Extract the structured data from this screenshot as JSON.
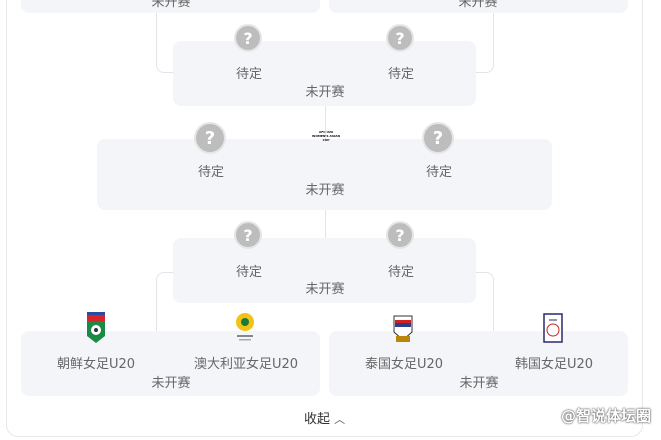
{
  "status_label": "未开赛",
  "tbd_label": "待定",
  "cup_logo_text": "AFC U20 WOMEN'S ASIAN CUP",
  "teams": {
    "north_korea": "朝鲜女足U20",
    "australia": "澳大利亚女足U20",
    "thailand": "泰国女足U20",
    "south_korea": "韩国女足U20"
  },
  "collapse_label": "收起",
  "collapse_icon": "chevron-up-icon",
  "watermark": "@智说体坛圈",
  "colors": {
    "box_bg": "#f4f5f8",
    "placeholder": "#bdbdbd"
  }
}
